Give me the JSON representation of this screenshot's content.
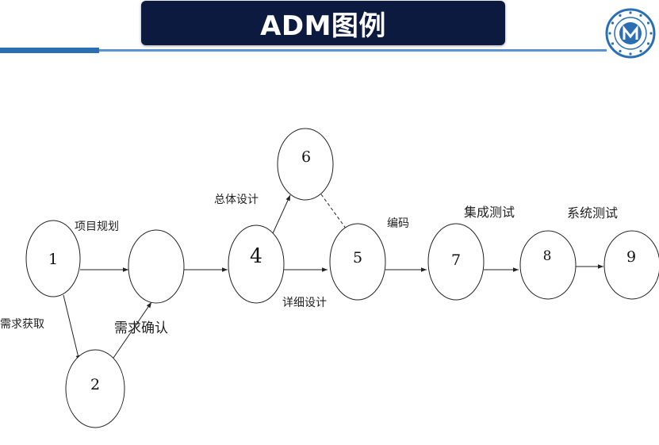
{
  "header": {
    "title": "ADM图例"
  },
  "logo": {
    "icon": "university-seal-icon",
    "color": "#2b6fb2"
  },
  "colors": {
    "title_bar": "#0d1a3f",
    "rule_dark": "#2b6fb2",
    "rule_light": "#5b93cd"
  },
  "diagram": {
    "nodes": {
      "n1": "1",
      "n2": "2",
      "n3": "",
      "n4": "4",
      "n5": "5",
      "n6": "6",
      "n7": "7",
      "n8": "8",
      "n9": "9"
    },
    "labels": {
      "project_planning": "项目规划",
      "requirement_gathering": "需求获取",
      "requirement_confirmation": "需求确认",
      "overall_design": "总体设计",
      "detailed_design": "详细设计",
      "coding": "编码",
      "integration_testing": "集成测试",
      "system_testing": "系统测试"
    }
  }
}
